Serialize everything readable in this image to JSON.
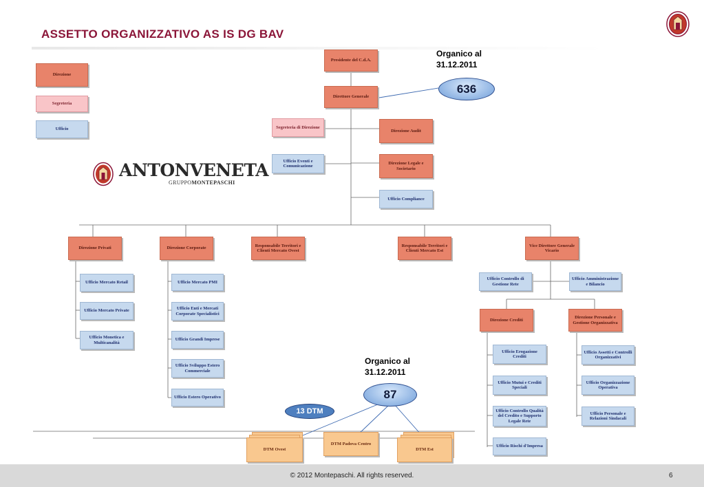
{
  "title": "ASSETTO ORGANIZZATIVO AS IS DG BAV",
  "legend": {
    "direzione": "Direzione",
    "segreteria": "Segreteria",
    "ufficio": "Ufficio"
  },
  "logo": {
    "name": "ANTONVENETA",
    "sub_a": "GRUPPO",
    "sub_b": "MONTEPASCHI"
  },
  "top": {
    "presidente": "Presidente del C.d.A.",
    "dg": "Direttore Generale",
    "segreteria_dir": "Segreteria di Direzione",
    "eventi": "Ufficio Eventi e Comunicazione",
    "audit": "Direzione Audit",
    "legale": "Direzione Legale e Societario",
    "compliance": "Ufficio Compliance"
  },
  "organico_top": {
    "label": "Organico al 31.12.2011",
    "value": "636"
  },
  "organico_dtm": {
    "label": "Organico al 31.12.2011",
    "value": "87"
  },
  "dtm_count": "13 DTM",
  "level2": {
    "privati": "Direzione Privati",
    "corporate": "Direzione Corporate",
    "ovest": "Responsabile Territori e Clienti Mercato Ovest",
    "est": "Responsabile Territori e Clienti Mercato Est",
    "vdg": "Vice Direttore Generale Vicario"
  },
  "privati_units": [
    "Ufficio Mercato Retail",
    "Ufficio Mercato Private",
    "Ufficio Monetica e Multicanalità"
  ],
  "corporate_units": [
    "Ufficio Mercato PMI",
    "Ufficio Enti e Mercati Corporate Specialistici",
    "Ufficio Grandi Imprese",
    "Ufficio Sviluppo Estero Commerciale",
    "Ufficio Estero Operativo"
  ],
  "vdg_units": {
    "controllo": "Ufficio Controllo di Gestione Rete",
    "amministrazione": "Ufficio Amministrazione e Bilancio",
    "crediti": "Direzione Crediti",
    "personale": "Direzione Personale e Gestione Organizzativa"
  },
  "crediti_units": [
    "Ufficio Erogazione Crediti",
    "Ufficio Mutui e Crediti Speciali",
    "Ufficio Controllo Qualità del Credito e Supporto Legale Rete",
    "Ufficio Rischi d'Impresa"
  ],
  "personale_units": [
    "Ufficio Assetti e Controlli Organizzativi",
    "Ufficio Organizzazione Operativa",
    "Ufficio Personale e Relazioni Sindacali"
  ],
  "dtm": {
    "ovest": "DTM Ovest",
    "padova": "DTM Padova Centro",
    "est": "DTM Est"
  },
  "footer": {
    "copyright": "© 2012 Montepaschi. All rights reserved.",
    "page": "6"
  },
  "colors": {
    "title": "#8b1538",
    "direzione": "#e8836a",
    "ufficio": "#c6d9ee",
    "segreteria": "#f9c5c8",
    "dtm": "#f9c88f",
    "bubble": "#8fb4e3"
  },
  "icons": {
    "seal": "monte-paschi-seal-icon"
  }
}
